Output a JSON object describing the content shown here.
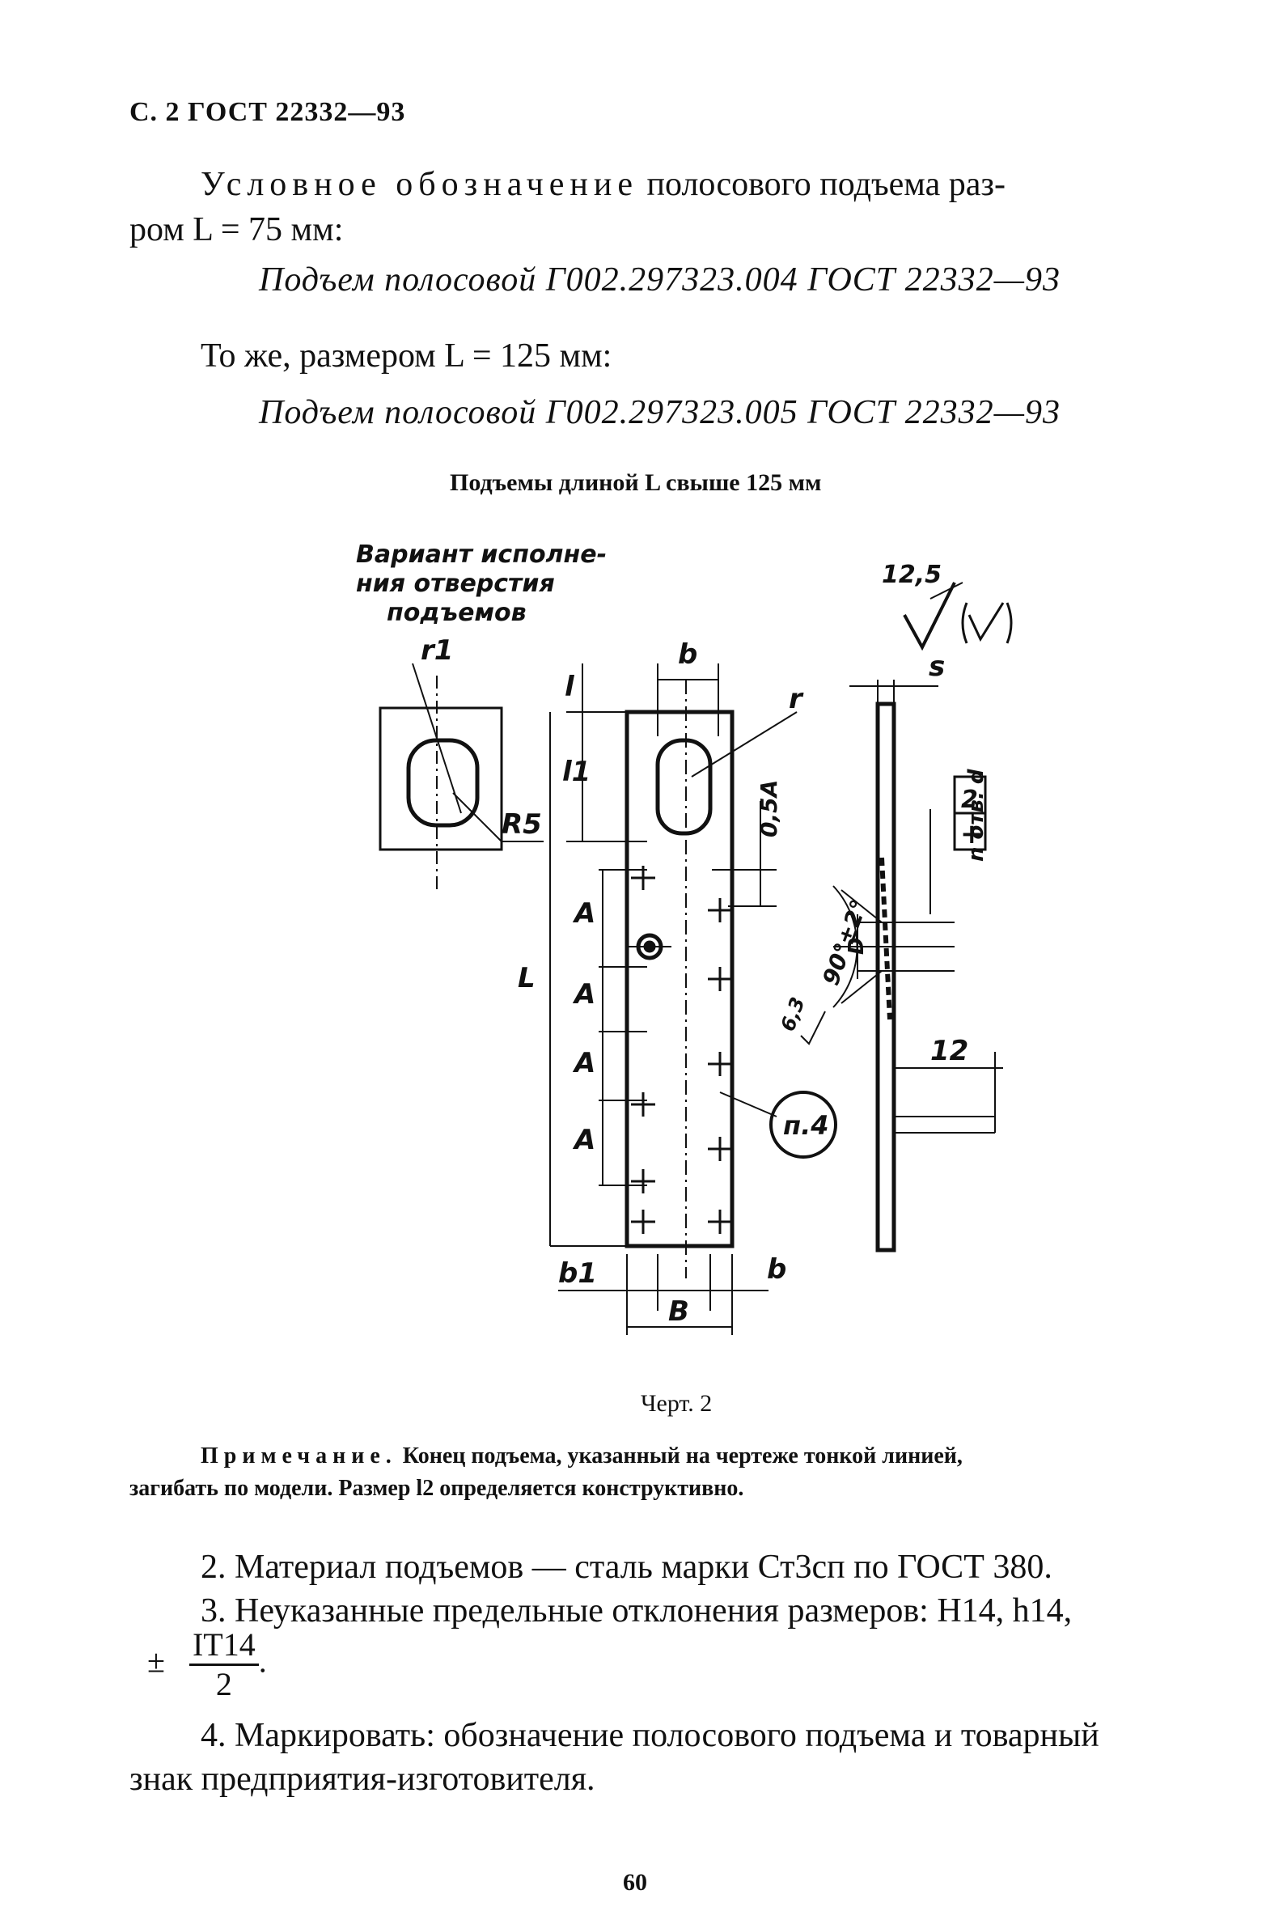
{
  "header": {
    "text": "С. 2 ГОСТ 22332—93"
  },
  "designation": {
    "intro_spaced": "Условное обозначение",
    "intro_rest": "полосового подъема раз-",
    "intro_line2": "ром L = 75 мм:",
    "example1": "Подъем полосовой Г002.297323.004 ГОСТ 22332—93",
    "same_as": "То же, размером L = 125 мм:",
    "example2": "Подъем полосовой Г002.297323.005 ГОСТ 22332—93"
  },
  "figure": {
    "title": "Подъемы длиной L свыше 125 мм",
    "variant_label": [
      "Вариант исполне-",
      "ния отверстия",
      "подъемов"
    ],
    "roughness_value": "12,5",
    "roughness_paren": "(√)",
    "labels": {
      "r1": "r1",
      "r": "r",
      "R5": "R5",
      "b": "b",
      "s": "s",
      "l": "l",
      "l1": "l1",
      "L": "L",
      "A": "A",
      "half_A": "0,5A",
      "angle": "90°±2°",
      "roughness_small": "6,3",
      "D": "D",
      "n_holes": "n отв. d",
      "tol1": "2",
      "tol2": "+",
      "dim12": "12",
      "p4": "п.4",
      "b1": "b1",
      "B": "B",
      "b_bottom": "b"
    },
    "caption": "Черт. 2"
  },
  "note": {
    "label": "Примечание.",
    "text1": "Конец подъема, указанный на чертеже тонкой линией,",
    "text2": "загибать по модели. Размер l2 определяется конструктивно."
  },
  "items": {
    "item2": "2. Материал подъемов — сталь марки Ст3сп по ГОСТ 380.",
    "item3": "3. Неуказанные предельные отклонения размеров: Н14, h14,",
    "item3_pm": "±",
    "item3_num": "IT14",
    "item3_den": "2",
    "item4_line1": "4. Маркировать: обозначение полосового подъема и товарный",
    "item4_line2": "знак предприятия-изготовителя."
  },
  "page_number": "60"
}
